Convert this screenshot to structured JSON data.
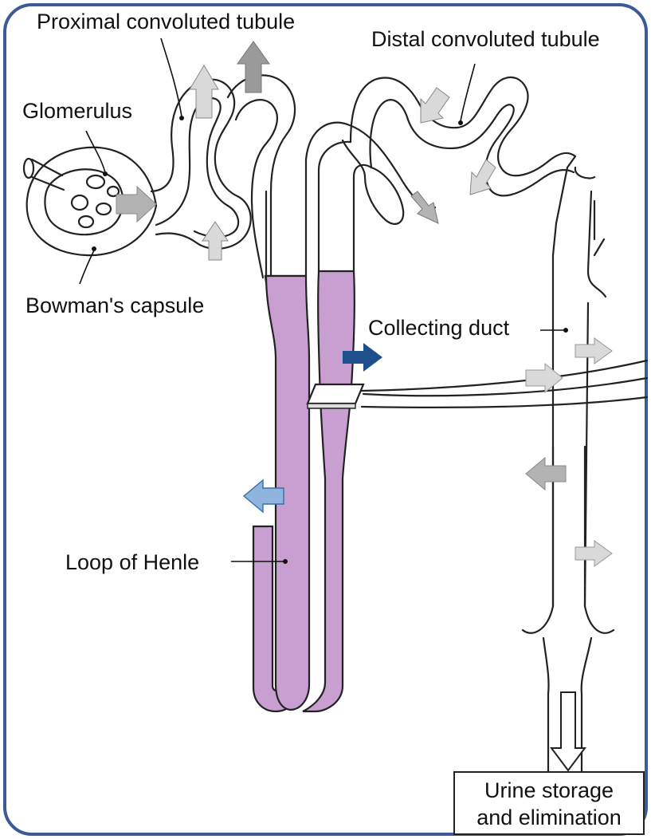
{
  "labels": {
    "proximal": "Proximal convoluted tubule",
    "distal": "Distal convoluted tubule",
    "glomerulus": "Glomerulus",
    "bowman": "Bowman's capsule",
    "collecting": "Collecting duct",
    "henle": "Loop of Henle",
    "urine_line1": "Urine storage",
    "urine_line2": "and elimination"
  },
  "colors": {
    "frame": "#3c5a98",
    "loop_fill": "#c89fd0",
    "arrow_light": "#d9d9d9",
    "arrow_mid": "#b3b3b3",
    "arrow_dark": "#9a9a9a",
    "arrow_navy": "#1e4f8c",
    "arrow_lightblue": "#8fb5de"
  }
}
